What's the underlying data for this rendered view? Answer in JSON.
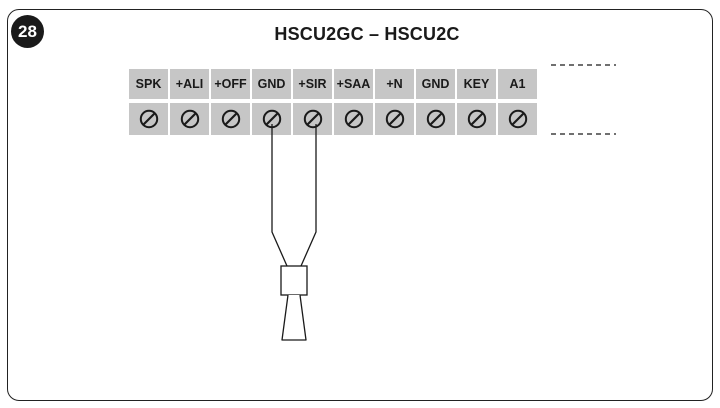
{
  "figure": {
    "number": "28",
    "title": "HSCU2GC – HSCU2C"
  },
  "terminal_block": {
    "labels": [
      "SPK",
      "+ALI",
      "+OFF",
      "GND",
      "+SIR",
      "+SAA",
      "+N",
      "GND",
      "KEY",
      "A1"
    ],
    "connected_terminals": [
      "GND",
      "+SIR"
    ],
    "continues_beyond_edge": true
  },
  "device": {
    "icon": "siren-horn-icon"
  },
  "colors": {
    "terminal_fill": "#c6c6c6",
    "line": "#1a1a1a"
  }
}
